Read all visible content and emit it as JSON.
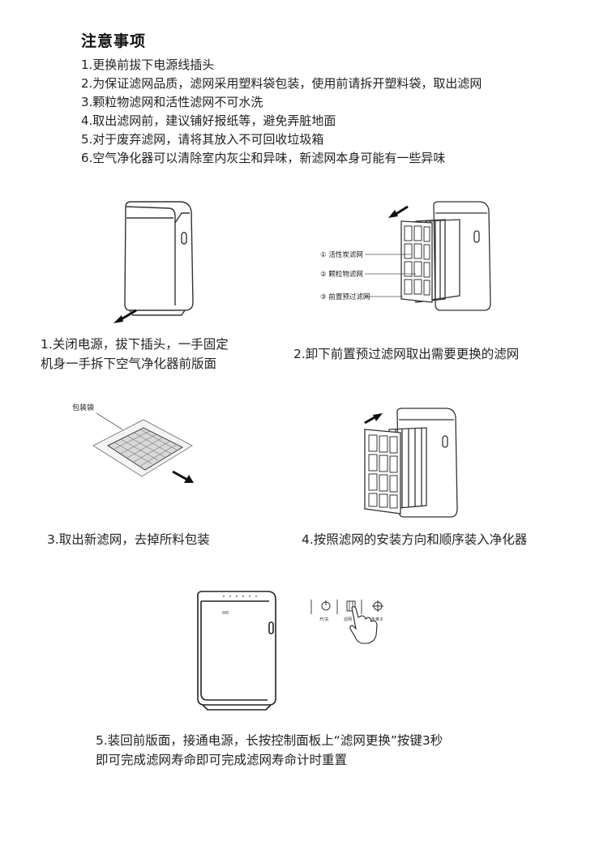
{
  "notes": {
    "title": "注意事项",
    "items": [
      "1.更换前拔下电源线插头",
      "2.为保证滤网品质，滤网采用塑料袋包装，使用前请拆开塑料袋，取出滤网",
      "3.颗粒物滤网和活性滤网不可水洗",
      "4.取出滤网前，建议铺好报纸等，避免弄脏地面",
      "5.对于废弃滤网，请将其放入不可回收垃圾箱",
      "6.空气净化器可以清除室内灰尘和异味，新滤网本身可能有一些异味"
    ]
  },
  "steps": {
    "step1": {
      "line1": "1.关闭电源，拔下插头，一手固定",
      "line2": "机身一手拆下空气净化器前版面"
    },
    "step2": {
      "caption": "2.卸下前置预过滤网取出需要更换的滤网",
      "labels": [
        "① 活性炭滤网",
        "② 颗粒物滤网",
        "③ 前置预过滤网"
      ]
    },
    "step3": {
      "caption": "3.取出新滤网，去掉所料包装",
      "bag_label": "包装袋"
    },
    "step4": {
      "caption": "4.按照滤网的安装方向和顺序装入净化器"
    },
    "step5": {
      "line1": "5.装回前版面，接通电源，长按控制面板上“滤网更换”按键3秒",
      "line2": "即可完成滤网寿命即可完成滤网寿命计时重置",
      "panel_labels": [
        "开/关",
        "滤网",
        "负离子"
      ]
    }
  }
}
